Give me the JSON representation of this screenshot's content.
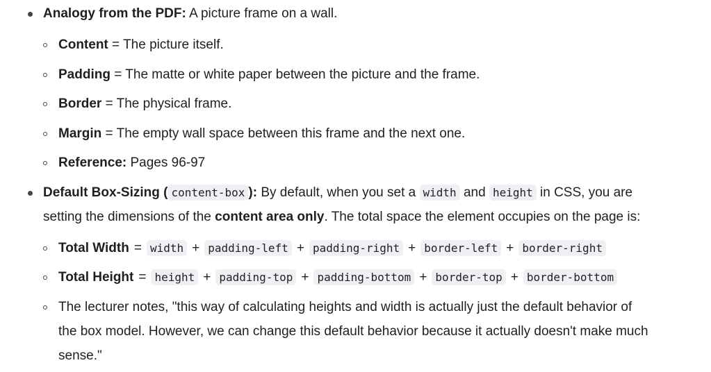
{
  "analogy": {
    "label": "Analogy from the PDF:",
    "text": " A picture frame on a wall.",
    "items": [
      {
        "term": "Content",
        "sep": " = ",
        "text": "The picture itself."
      },
      {
        "term": "Padding",
        "sep": " = ",
        "text": "The matte or white paper between the picture and the frame."
      },
      {
        "term": "Border",
        "sep": " = ",
        "text": "The physical frame."
      },
      {
        "term": "Margin",
        "sep": " = ",
        "text": "The empty wall space between this frame and the next one."
      },
      {
        "term": "Reference:",
        "sep": " ",
        "text": "Pages 96-97"
      }
    ]
  },
  "sizing": {
    "label_start": "Default Box-Sizing (",
    "label_code": "content-box",
    "label_end": "):",
    "text1": " By default, when you set a ",
    "code_width": "width",
    "text2": " and ",
    "code_height": "height",
    "text3": " in CSS, you are",
    "line2_a": "setting the dimensions of the ",
    "line2_bold": "content area only",
    "line2_b": ". The total space the element occupies on the page is:",
    "total_width": {
      "label": "Total Width",
      "eq": "=",
      "terms": [
        "width",
        "padding-left",
        "padding-right",
        "border-left",
        "border-right"
      ]
    },
    "total_height": {
      "label": "Total Height",
      "eq": "=",
      "terms": [
        "height",
        "padding-top",
        "padding-bottom",
        "border-top",
        "border-bottom"
      ]
    },
    "plus": "+",
    "lecturer_lines": [
      "The lecturer notes, \"this way of calculating heights and width is actually just the default behavior of",
      "the box model. However, we can change this default behavior because it actually doesn't make much",
      "sense.\""
    ]
  }
}
